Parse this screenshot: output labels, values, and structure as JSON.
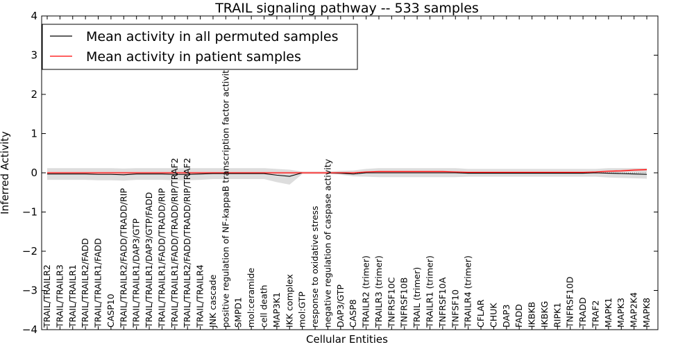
{
  "chart_data": {
    "type": "line",
    "title": "TRAIL signaling pathway -- 533 samples",
    "xlabel": "Cellular Entities",
    "ylabel": "Inferred Activity",
    "ylim": [
      -4,
      4
    ],
    "yticks": [
      -4,
      -3,
      -2,
      -1,
      0,
      1,
      2,
      3,
      4
    ],
    "ytick_labels": [
      "−4",
      "−3",
      "−2",
      "−1",
      "0",
      "1",
      "2",
      "3",
      "4"
    ],
    "grid": false,
    "legend_position": "top-left",
    "categories": [
      "TRAIL/TRAILR2",
      "TRAIL/TRAILR3",
      "TRAIL/TRAILR1",
      "TRAIL/TRAILR2/FADD",
      "TRAIL/TRAILR1/FADD",
      "CASP10",
      "TRAIL/TRAILR2/FADD/TRADD/RIP",
      "TRAIL/TRAILR1/DAP3/GTP",
      "TRAIL/TRAILR1/DAP3/GTP/FADD",
      "TRAIL/TRAILR1/FADD/TRADD/RIP",
      "TRAIL/TRAILR1/FADD/TRADD/RIP/TRAF2",
      "TRAIL/TRAILR2/FADD/TRADD/RIP/TRAF2",
      "TRAIL/TRAILR4",
      "JNK cascade",
      "positive regulation of NF-kappaB transcription factor activity",
      "SMPD1",
      "mol:ceramide",
      "cell death",
      "MAP3K1",
      "IKK complex",
      "mol:GTP",
      "response to oxidative stress",
      "negative regulation of caspase activity",
      "DAP3/GTP",
      "CASP8",
      "TRAILR2 (trimer)",
      "TRAILR3 (trimer)",
      "TNFRSF10C",
      "TNFRSF10B",
      "TRAIL (trimer)",
      "TRAILR1 (trimer)",
      "TNFRSF10A",
      "TNFSF10",
      "TRAILR4 (trimer)",
      "CFLAR",
      "CHUK",
      "DAP3",
      "FADD",
      "IKBKB",
      "IKBKG",
      "RIPK1",
      "TNFRSF10D",
      "TRADD",
      "TRAF2",
      "MAPK1",
      "MAPK3",
      "MAP2K4",
      "MAPK8"
    ],
    "series": [
      {
        "name": "Mean activity in all permuted samples",
        "color": "#000000",
        "values": [
          -0.03,
          -0.03,
          -0.03,
          -0.03,
          -0.04,
          -0.04,
          -0.05,
          -0.03,
          -0.03,
          -0.03,
          -0.04,
          -0.04,
          -0.03,
          -0.02,
          -0.02,
          -0.02,
          -0.02,
          -0.02,
          -0.06,
          -0.09,
          0.0,
          0.0,
          0.0,
          -0.01,
          -0.03,
          0.0,
          0.0,
          0.0,
          0.0,
          0.0,
          0.0,
          0.0,
          0.0,
          -0.01,
          -0.01,
          -0.01,
          -0.01,
          -0.01,
          -0.01,
          -0.01,
          -0.01,
          -0.01,
          -0.01,
          0.0,
          -0.01,
          -0.02,
          -0.03,
          -0.04
        ],
        "band_upper": [
          0.12,
          0.12,
          0.12,
          0.12,
          0.12,
          0.12,
          0.11,
          0.12,
          0.12,
          0.12,
          0.12,
          0.12,
          0.12,
          0.12,
          0.12,
          0.12,
          0.12,
          0.12,
          0.1,
          0.08,
          0.03,
          0.03,
          0.03,
          0.05,
          0.06,
          0.1,
          0.12,
          0.12,
          0.12,
          0.12,
          0.12,
          0.12,
          0.12,
          0.1,
          0.1,
          0.1,
          0.1,
          0.1,
          0.1,
          0.1,
          0.1,
          0.1,
          0.1,
          0.1,
          0.12,
          0.12,
          0.12,
          0.12
        ],
        "band_lower": [
          -0.18,
          -0.18,
          -0.18,
          -0.18,
          -0.19,
          -0.19,
          -0.2,
          -0.18,
          -0.18,
          -0.18,
          -0.19,
          -0.19,
          -0.18,
          -0.16,
          -0.16,
          -0.16,
          -0.16,
          -0.16,
          -0.24,
          -0.3,
          -0.03,
          -0.03,
          -0.03,
          -0.05,
          -0.09,
          -0.1,
          -0.11,
          -0.11,
          -0.11,
          -0.11,
          -0.11,
          -0.11,
          -0.11,
          -0.1,
          -0.1,
          -0.1,
          -0.1,
          -0.1,
          -0.1,
          -0.1,
          -0.1,
          -0.1,
          -0.1,
          -0.1,
          -0.12,
          -0.13,
          -0.14,
          -0.15
        ]
      },
      {
        "name": "Mean activity in patient samples",
        "color": "#ff0000",
        "values": [
          0.0,
          0.0,
          0.0,
          0.0,
          0.0,
          0.0,
          0.0,
          0.0,
          0.0,
          0.0,
          0.0,
          0.0,
          0.0,
          0.0,
          0.0,
          0.0,
          0.0,
          0.0,
          0.0,
          0.0,
          0.0,
          0.0,
          0.0,
          0.0,
          0.0,
          0.02,
          0.03,
          0.03,
          0.03,
          0.03,
          0.03,
          0.03,
          0.02,
          0.01,
          0.01,
          0.01,
          0.01,
          0.01,
          0.01,
          0.01,
          0.01,
          0.01,
          0.01,
          0.02,
          0.04,
          0.05,
          0.07,
          0.08
        ]
      }
    ]
  }
}
